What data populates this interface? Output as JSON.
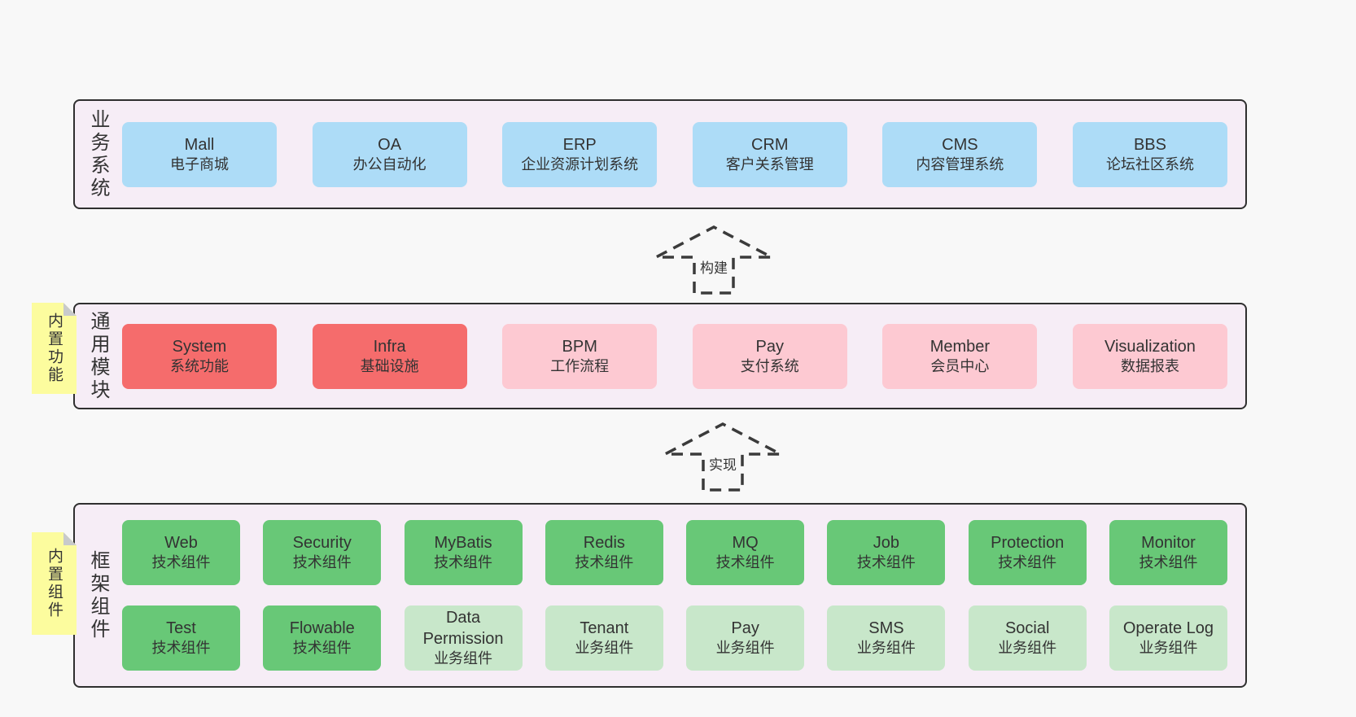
{
  "colors": {
    "page-bg": "#f8f8f8",
    "container-bg": "#f6edf6",
    "container-border": "#2f2f2f",
    "blue": "#addcf7",
    "red": "#f56c6c",
    "pink": "#fdc9d2",
    "green": "#68c877",
    "light-green": "#c8e7ca",
    "yellow": "#fcfc9e",
    "fold-gray": "#c8cacb",
    "arrow-stroke": "#3b3b3b",
    "text": "#333333"
  },
  "sections": {
    "business": {
      "label": "业务系统",
      "boxes": [
        {
          "name": "Mall",
          "desc": "电子商城",
          "variant": "blue"
        },
        {
          "name": "OA",
          "desc": "办公自动化",
          "variant": "blue"
        },
        {
          "name": "ERP",
          "desc": "企业资源计划系统",
          "variant": "blue"
        },
        {
          "name": "CRM",
          "desc": "客户关系管理",
          "variant": "blue"
        },
        {
          "name": "CMS",
          "desc": "内容管理系统",
          "variant": "blue"
        },
        {
          "name": "BBS",
          "desc": "论坛社区系统",
          "variant": "blue"
        }
      ]
    },
    "modules": {
      "label": "通用模块",
      "note": "内置功能",
      "boxes": [
        {
          "name": "System",
          "desc": "系统功能",
          "variant": "red"
        },
        {
          "name": "Infra",
          "desc": "基础设施",
          "variant": "red"
        },
        {
          "name": "BPM",
          "desc": "工作流程",
          "variant": "pink"
        },
        {
          "name": "Pay",
          "desc": "支付系统",
          "variant": "pink"
        },
        {
          "name": "Member",
          "desc": "会员中心",
          "variant": "pink"
        },
        {
          "name": "Visualization",
          "desc": "数据报表",
          "variant": "pink"
        }
      ]
    },
    "components": {
      "label": "框架组件",
      "note": "内置组件",
      "row1": [
        {
          "name": "Web",
          "desc": "技术组件",
          "variant": "green"
        },
        {
          "name": "Security",
          "desc": "技术组件",
          "variant": "green"
        },
        {
          "name": "MyBatis",
          "desc": "技术组件",
          "variant": "green"
        },
        {
          "name": "Redis",
          "desc": "技术组件",
          "variant": "green"
        },
        {
          "name": "MQ",
          "desc": "技术组件",
          "variant": "green"
        },
        {
          "name": "Job",
          "desc": "技术组件",
          "variant": "green"
        },
        {
          "name": "Protection",
          "desc": "技术组件",
          "variant": "green"
        },
        {
          "name": "Monitor",
          "desc": "技术组件",
          "variant": "green"
        }
      ],
      "row2": [
        {
          "name": "Test",
          "desc": "技术组件",
          "variant": "green"
        },
        {
          "name": "Flowable",
          "desc": "技术组件",
          "variant": "green"
        },
        {
          "name": "Data Permission",
          "desc": "业务组件",
          "variant": "lightgreen"
        },
        {
          "name": "Tenant",
          "desc": "业务组件",
          "variant": "lightgreen"
        },
        {
          "name": "Pay",
          "desc": "业务组件",
          "variant": "lightgreen"
        },
        {
          "name": "SMS",
          "desc": "业务组件",
          "variant": "lightgreen"
        },
        {
          "name": "Social",
          "desc": "业务组件",
          "variant": "lightgreen"
        },
        {
          "name": "Operate Log",
          "desc": "业务组件",
          "variant": "lightgreen"
        }
      ]
    }
  },
  "arrows": {
    "build": {
      "label": "构建"
    },
    "implement": {
      "label": "实现"
    }
  }
}
